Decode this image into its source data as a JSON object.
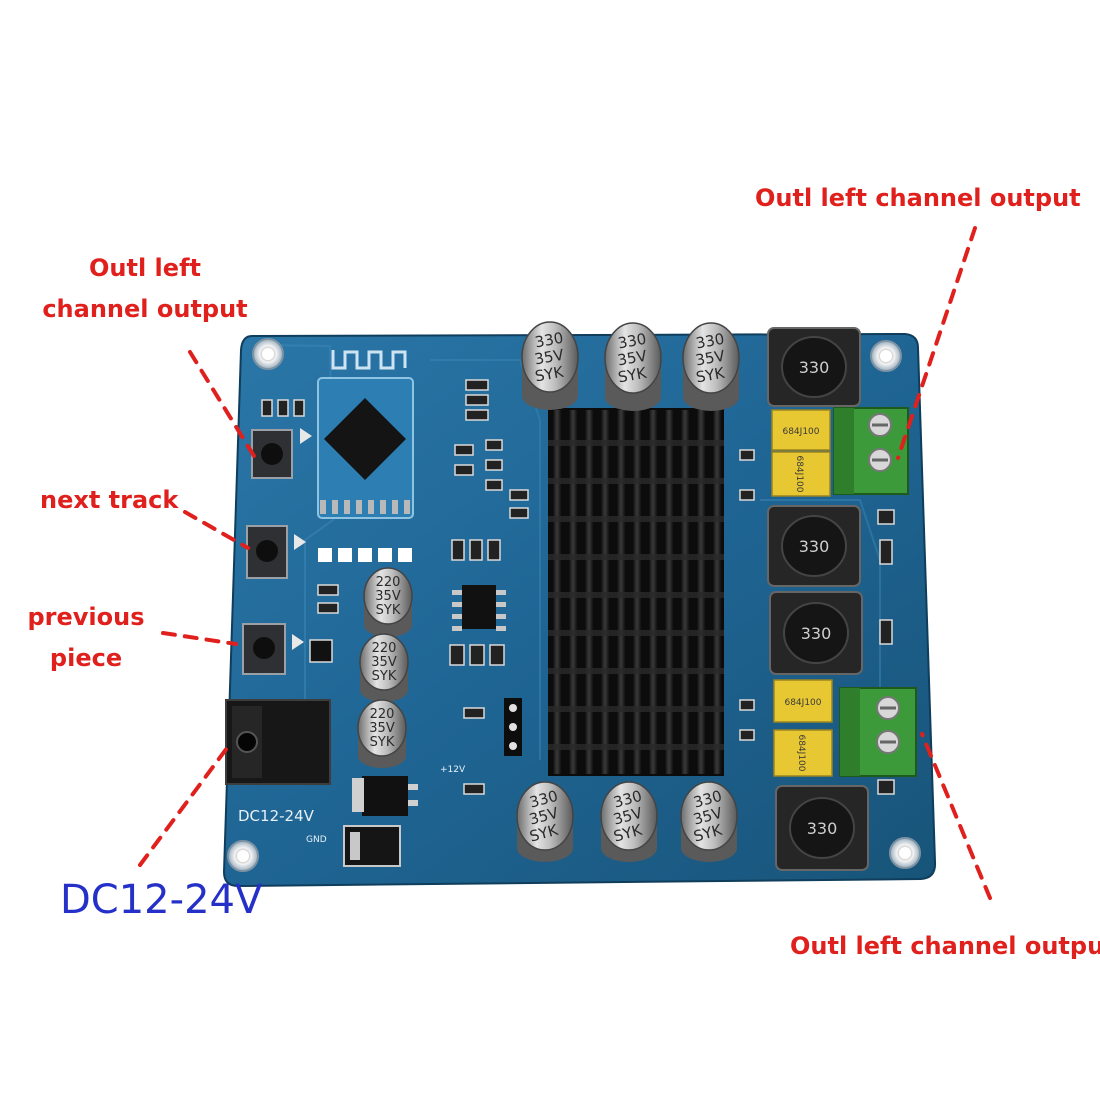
{
  "annotations": {
    "out_top_right": "Outl left channel output",
    "out_left_line1": "Outl left",
    "out_left_line2": "channel output",
    "next_track": "next track",
    "previous_line1": "previous",
    "previous_line2": "piece",
    "power_input": "DC12-24V",
    "out_bottom_right": "Outl left channel outpu"
  },
  "board_markings": {
    "silkscreen_power": "DC12-24V",
    "cap_large": [
      "330",
      "35V",
      "SYK"
    ],
    "cap_small": [
      "220",
      "35V",
      "SYK"
    ],
    "inductor": "330",
    "film_cap": "684J100",
    "v12": "+12V",
    "gnd": "GND"
  },
  "colors": {
    "annotation_red": "#e0201c",
    "power_blue": "#2430c8",
    "pcb_blue": "#1f5f8e",
    "heatsink": "#1a1a1a",
    "terminal_green": "#3d9a3a",
    "film_cap_yellow": "#e8c832"
  }
}
